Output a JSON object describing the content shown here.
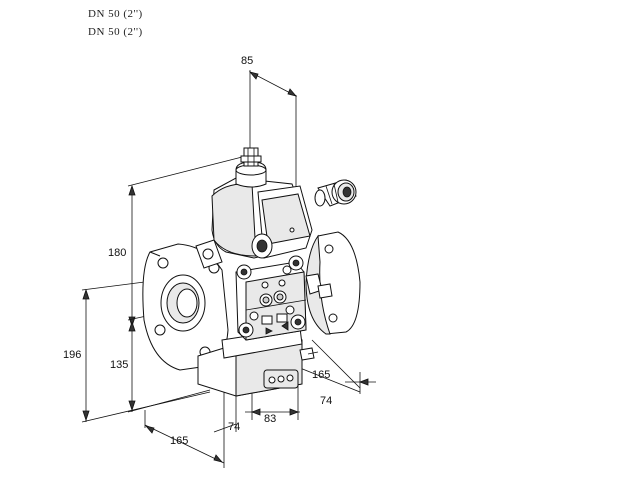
{
  "header": {
    "line1": "DN 50 (2'')",
    "line2": "DN 50 (2'')"
  },
  "dimensions": {
    "d85": "85",
    "d180": "180",
    "d196": "196",
    "d135": "135",
    "d165_bottom": "165",
    "d74_bottom": "74",
    "d83": "83",
    "d165_right": "165",
    "d74_right": "74"
  }
}
